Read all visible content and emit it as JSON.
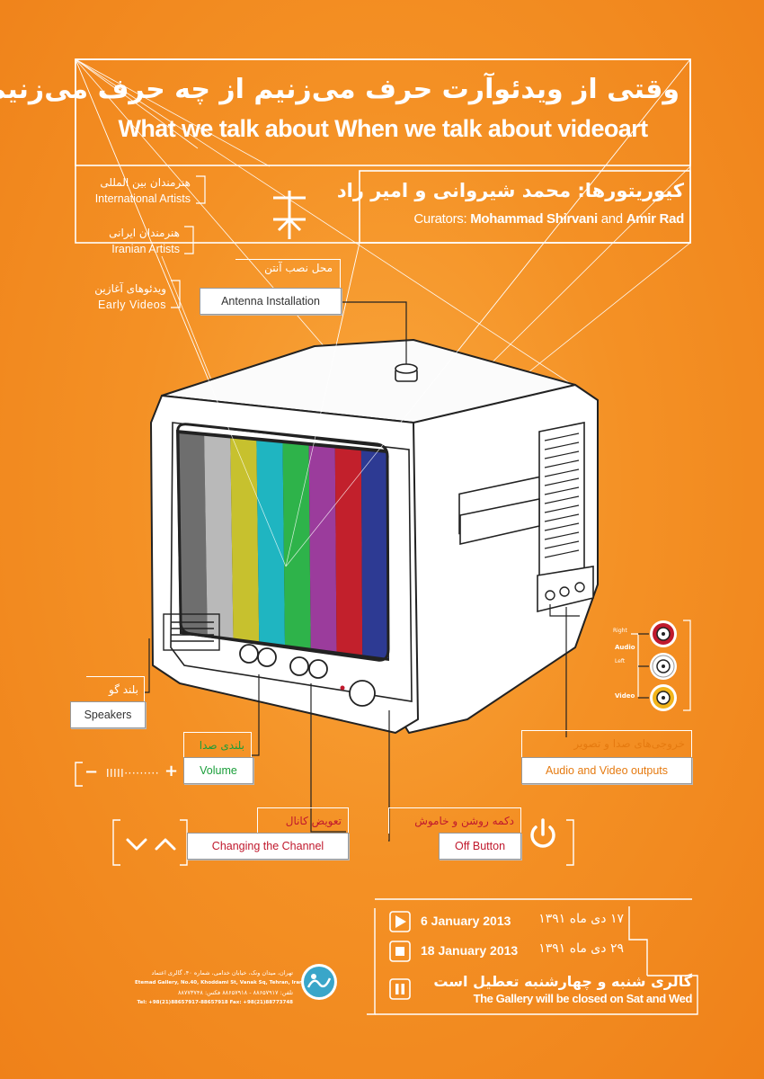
{
  "title": {
    "persian": "وقتی از ویدئوآرت حرف می‌زنیم از چه حرف می‌زنیم",
    "english": "What we talk about When we talk about videoart"
  },
  "curators": {
    "persian": "کیوریتورها: محمد شیروانی و امیر راد",
    "prefix": "Curators: ",
    "name1": "Mohammad Shirvani",
    "and": " and ",
    "name2": "Amir Rad"
  },
  "sections": [
    {
      "persian": "هنرمندان بین المللی",
      "english": "International Artists"
    },
    {
      "persian": "هنرمندان ایرانی",
      "english": "Iranian Artists"
    },
    {
      "persian": "ویدئوهای آغازین",
      "english": "Early Videos"
    }
  ],
  "callouts": {
    "antenna": {
      "persian": "محل نصب آنتن",
      "english": "Antenna Installation"
    },
    "speakers": {
      "persian": "بلند گو",
      "english": "Speakers"
    },
    "volume": {
      "persian": "بلندی صدا",
      "english": "Volume",
      "minus": "−",
      "plus": "+",
      "bars": "IIIII·········"
    },
    "channel": {
      "persian": "تعویض کانال",
      "english": "Changing the Channel"
    },
    "off": {
      "persian": "دکمه روشن و خاموش",
      "english": "Off Button"
    },
    "av": {
      "persian": "خروجی‌های صدا و تصویر",
      "english": "Audio and Video outputs"
    }
  },
  "jacks": {
    "right": "Right",
    "audio": "Audio",
    "left": "Left",
    "video": "Video"
  },
  "dates": [
    {
      "english": "6   January 2013",
      "persian": "۱۷ دی ماه ۱۳۹۱"
    },
    {
      "english": "18 January 2013",
      "persian": "۲۹ دی ماه ۱۳۹۱"
    }
  ],
  "closed": {
    "persian": "گالری شنبه و چهارشنبه تعطیل است",
    "english": "The Gallery will be closed on Sat and Wed"
  },
  "gallery": {
    "fa_line1": "تهران، میدان ونک، خیابان خدامی، شماره ۴۰، گالری اعتماد",
    "en_line2": "Etemad Gallery, No.40, Khoddami St, Vanak Sq, Tehran, Iran",
    "fa_line3": "تلفن: ۸۸۶۵۷۹۱۷ - ۸۸۶۵۷۹۱۸ فکس: ۸۸۷۷۳۷۴۸",
    "en_line4": "Tel: +98(21)88657917-88657918  Fax: +98(21)88773748"
  },
  "colors": {
    "background": "#f28a1e",
    "green": "#1a9e3a",
    "red": "#c0192d",
    "orange_text": "#e57a10",
    "tv_bars": [
      "#6e6e6e",
      "#b9b9b9",
      "#c7c12e",
      "#1fb5c1",
      "#2eb34a",
      "#9b3c9c",
      "#c2202c",
      "#2d3a93"
    ]
  },
  "icons": [
    "antenna-symbol-icon",
    "play-icon",
    "stop-icon",
    "pause-icon",
    "power-icon",
    "chevron-down-icon",
    "chevron-up-icon",
    "gallery-logo-icon"
  ]
}
